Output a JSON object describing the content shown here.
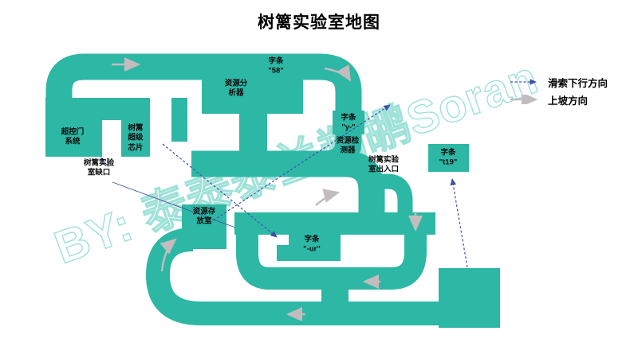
{
  "title": "树篱实验室地图",
  "watermark": "BY: 泰泰泰兰鹈鹕Soran",
  "colors": {
    "track_teal": "#2db7a5",
    "arrow_gray": "#c3bcbe",
    "zipline_navy": "#3f51a3",
    "watermark_teal": "#8edcd2",
    "label_text": "#0d0d0d"
  },
  "legend": {
    "zipline_label": "滑索下行方向",
    "uphill_label": "上坡方向"
  },
  "labels": {
    "gate": "超控门\n系统",
    "chip": "树篱\n超级\n芯片",
    "breach": "树篱实验\n室缺口",
    "analyzer": "资源分\n析器",
    "note58": "字条\n\"58\"",
    "noteY": "字条\n\"y-\"",
    "detector": "资源检\n测器",
    "entrance": "树篱实验\n室出入口",
    "noteT19": "字条\n\"t19\"",
    "storage": "资源存\n放室",
    "noteUr": "字条\n\"-ur\""
  }
}
